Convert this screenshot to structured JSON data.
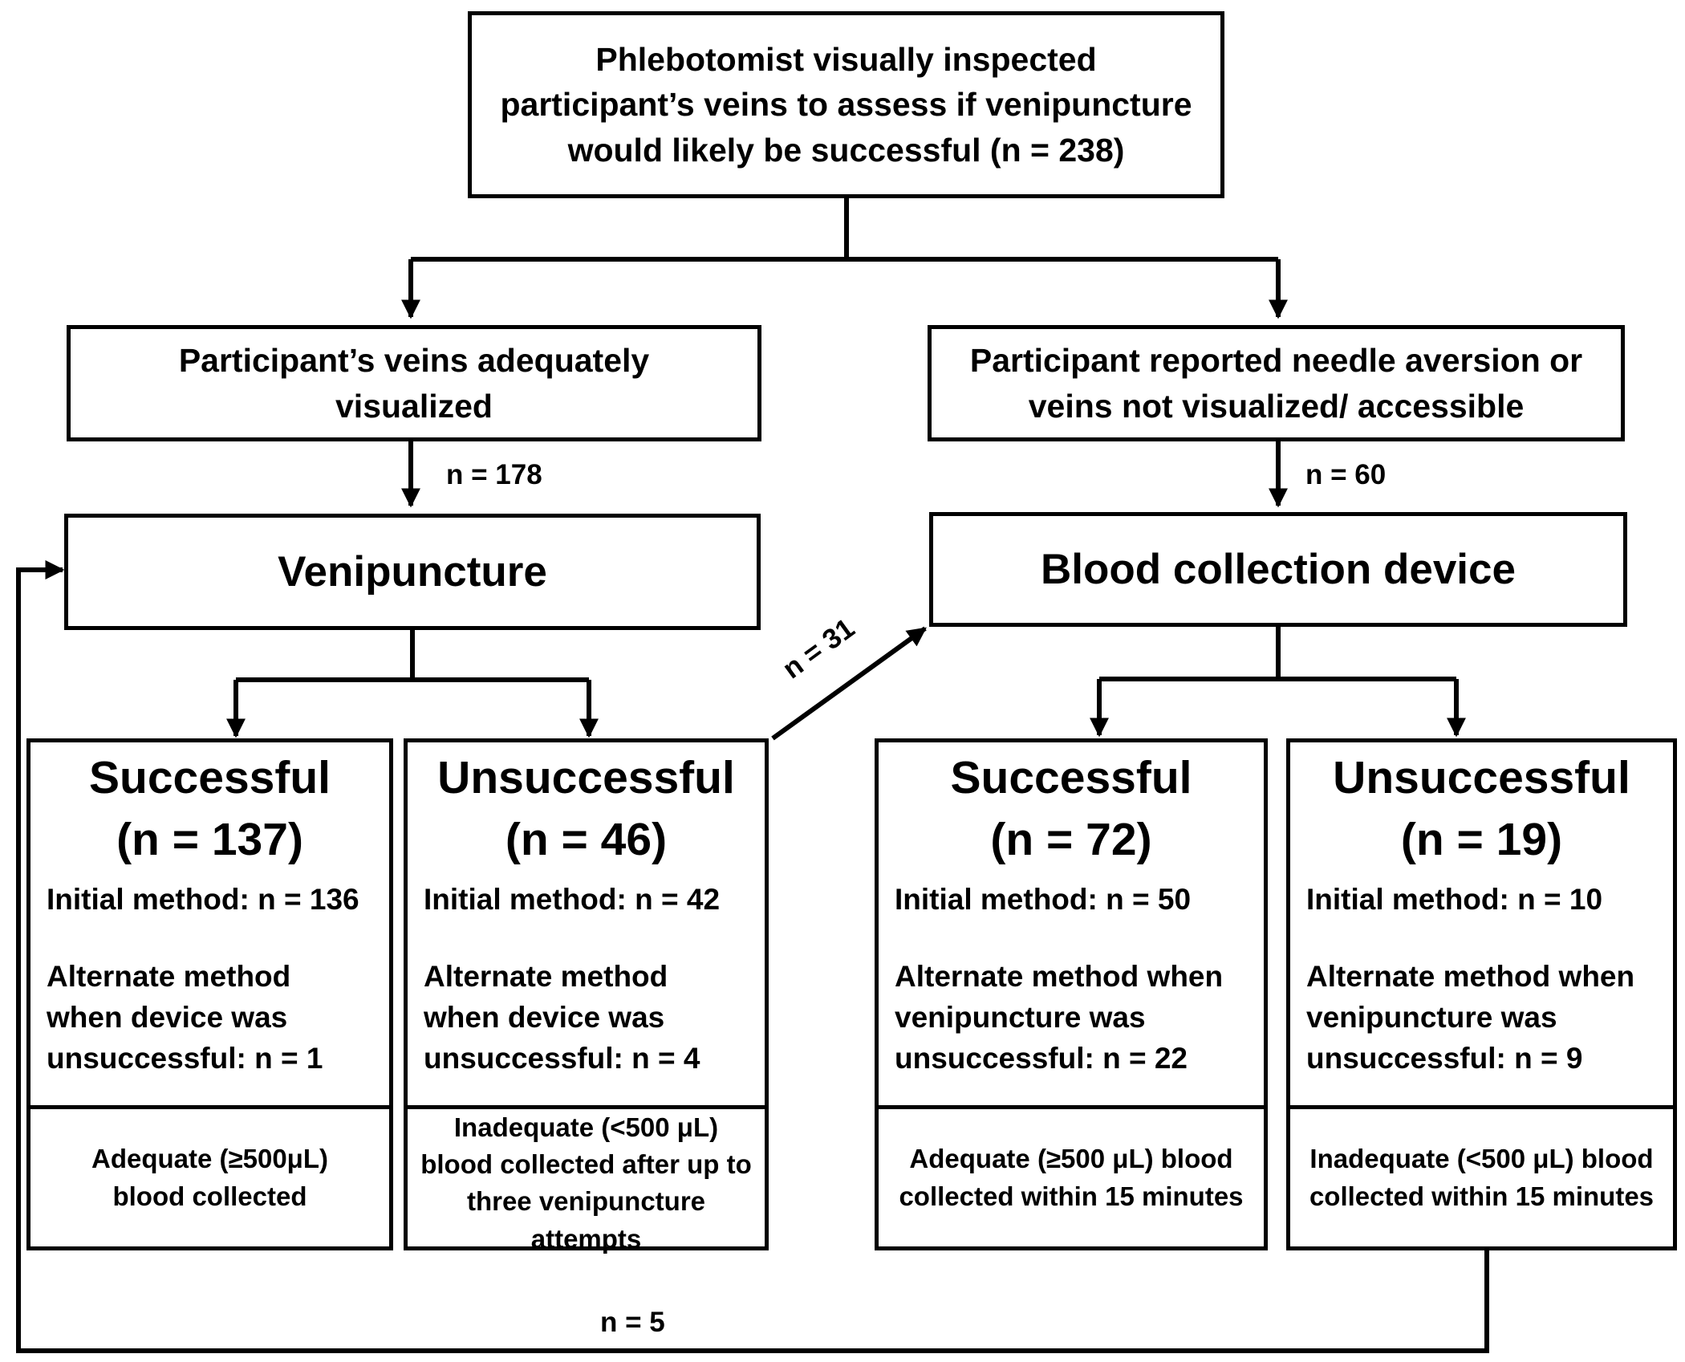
{
  "nodes": {
    "screening": "Phlebotomist visually inspected participant’s veins to assess if venipuncture would likely be successful (n = 238)",
    "veins_visualized": "Participant’s veins adequately visualized",
    "veins_not_visualized": "Participant reported needle aversion or veins not visualized/ accessible",
    "venipuncture": "Venipuncture",
    "device": "Blood collection device"
  },
  "outcomes": {
    "veni_success": {
      "title": "Successful",
      "count": "(n = 137)",
      "initial": "Initial method: n = 136",
      "alternate": "Alternate method when device was unsuccessful: n = 1",
      "result": "Adequate (≥500μL) blood collected"
    },
    "veni_fail": {
      "title": "Unsuccessful",
      "count": "(n = 46)",
      "initial": "Initial method: n = 42",
      "alternate": "Alternate method when device was unsuccessful: n = 4",
      "result": "Inadequate (<500 μL) blood collected after up to three venipuncture attempts"
    },
    "device_success": {
      "title": "Successful",
      "count": "(n = 72)",
      "initial": "Initial method: n = 50",
      "alternate": "Alternate method when venipuncture was unsuccessful: n = 22",
      "result": "Adequate (≥500 μL) blood collected within 15 minutes"
    },
    "device_fail": {
      "title": "Unsuccessful",
      "count": "(n = 19)",
      "initial": "Initial method: n = 10",
      "alternate": "Alternate method when venipuncture was unsuccessful: n = 9",
      "result": "Inadequate (<500 μL) blood collected within 15 minutes"
    }
  },
  "edge_labels": {
    "to_venipuncture": "n = 178",
    "to_device": "n = 60",
    "veni_fail_to_device": "n = 31",
    "device_fail_to_veni": "n = 5"
  }
}
